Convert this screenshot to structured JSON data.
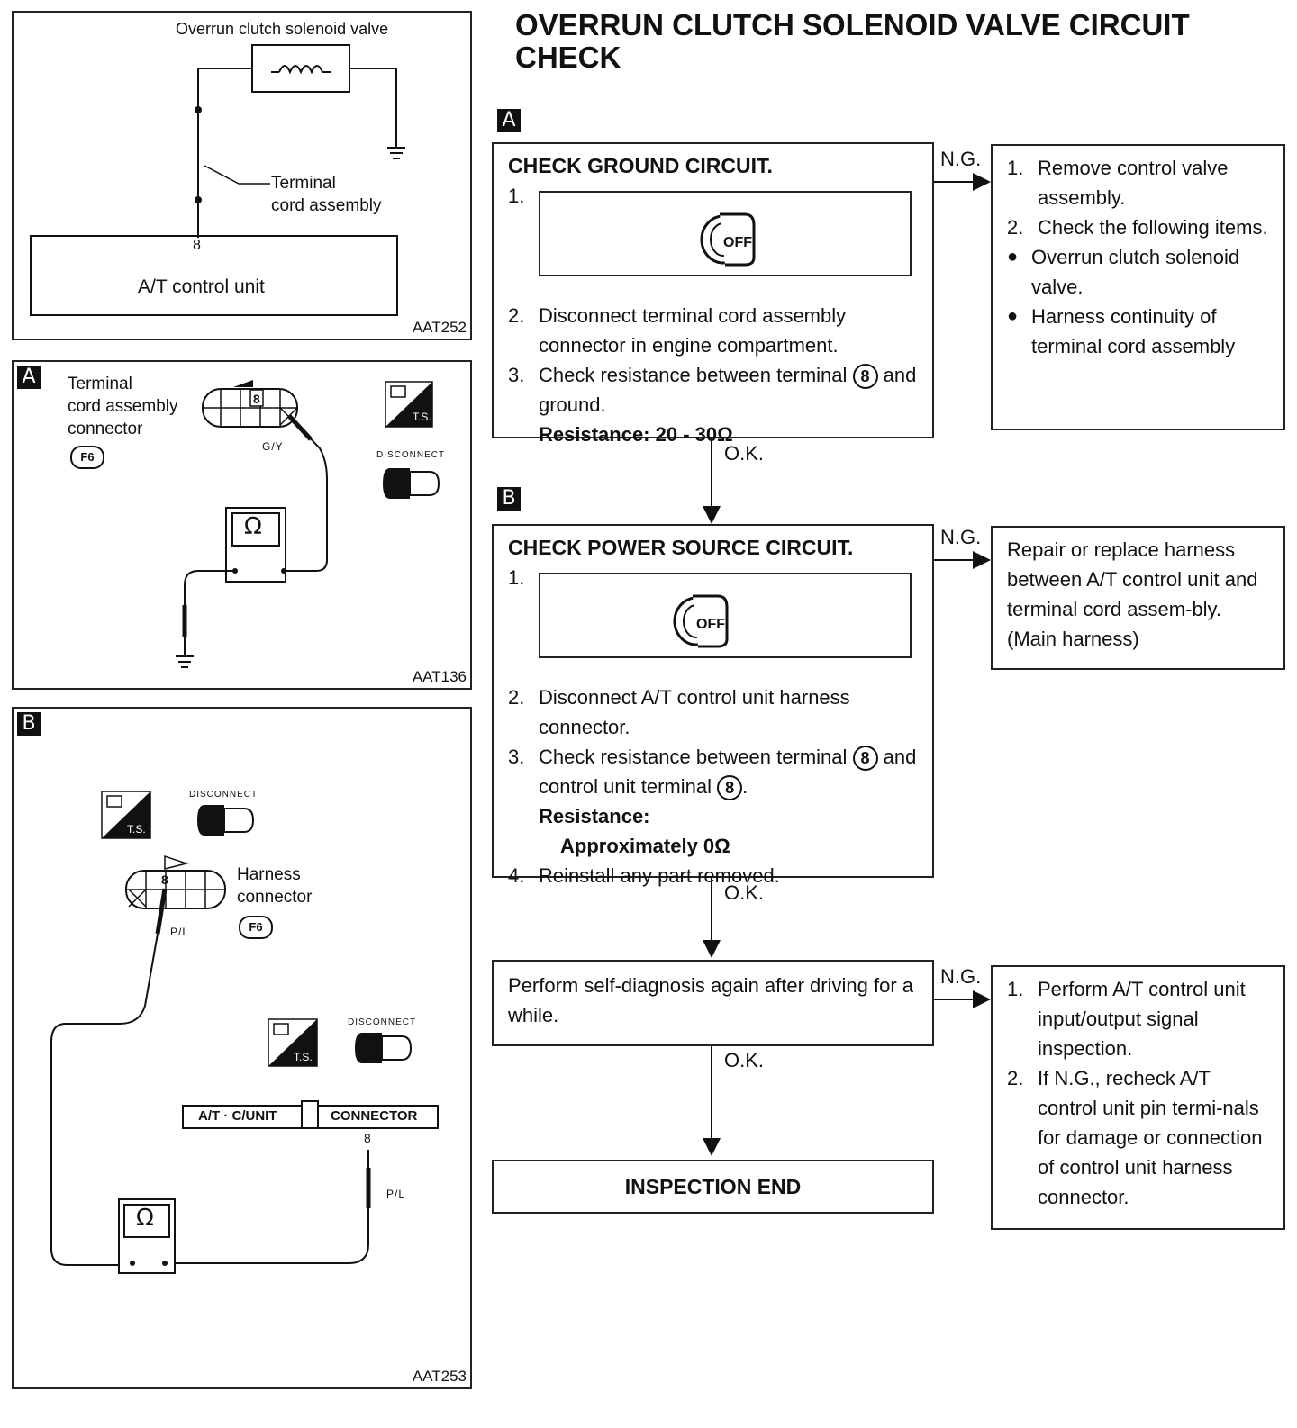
{
  "title": {
    "line1": "OVERRUN CLUTCH SOLENOID VALVE CIRCUIT",
    "line2": "CHECK"
  },
  "fig1": {
    "valve_label": "Overrun clutch solenoid valve",
    "terminal_label_1": "Terminal",
    "terminal_label_2": "cord assembly",
    "pin": "8",
    "unit_label": "A/T control unit",
    "id": "AAT252"
  },
  "fig2": {
    "badge": "A",
    "conn_label_1": "Terminal",
    "conn_label_2": "cord assembly",
    "conn_label_3": "connector",
    "conn_code": "F6",
    "pin": "8",
    "wire": "G/Y",
    "ts": "T.S.",
    "disconnect": "DISCONNECT",
    "meter": "Ω",
    "id": "AAT136"
  },
  "fig3": {
    "badge": "B",
    "ts": "T.S.",
    "disconnect": "DISCONNECT",
    "conn_label_1": "Harness",
    "conn_label_2": "connector",
    "conn_code": "F6",
    "pin": "8",
    "wire": "P/L",
    "unit_conn_left": "A/T · C/UNIT",
    "unit_conn_right": "CONNECTOR",
    "unit_pin": "8",
    "wire2": "P/L",
    "meter": "Ω",
    "id": "AAT253"
  },
  "flow": {
    "badge_a": "A",
    "badge_b": "B",
    "box_a": {
      "title": "CHECK GROUND CIRCUIT.",
      "step1": "1.",
      "key_text": "OFF",
      "step2_n": "2.",
      "step2": "Disconnect terminal cord assembly connector in engine compartment.",
      "step3_n": "3.",
      "step3_a": "Check resistance between terminal",
      "step3_circ": "8",
      "step3_b": "and ground.",
      "resistance": "Resistance: 20 - 30Ω"
    },
    "box_a_ng": {
      "item1_n": "1.",
      "item1": "Remove control valve assembly.",
      "item2_n": "2.",
      "item2": "Check the following items.",
      "bullet1": "Overrun clutch solenoid valve.",
      "bullet2": "Harness continuity of terminal cord assembly"
    },
    "box_b": {
      "title": "CHECK POWER SOURCE CIRCUIT.",
      "step1": "1.",
      "key_text": "OFF",
      "step2_n": "2.",
      "step2": "Disconnect A/T control unit harness connector.",
      "step3_n": "3.",
      "step3_a": "Check resistance between terminal",
      "step3_circ1": "8",
      "step3_b": "and control unit terminal",
      "step3_circ2": "8",
      "step3_c": ".",
      "res_label": "Resistance:",
      "res_value": "Approximately 0Ω",
      "step4_n": "4.",
      "step4": "Reinstall any part removed."
    },
    "box_b_ng": "Repair or replace harness between A/T control unit and terminal cord assem-bly. (Main harness)",
    "box_c": "Perform self-diagnosis again after driving for a while.",
    "box_c_ng": {
      "item1_n": "1.",
      "item1": "Perform A/T control unit input/output signal inspection.",
      "item2_n": "2.",
      "item2": "If N.G., recheck A/T control unit pin termi-nals for damage or connection of control unit harness connector."
    },
    "end": "INSPECTION END",
    "ng": "N.G.",
    "ok": "O.K."
  }
}
